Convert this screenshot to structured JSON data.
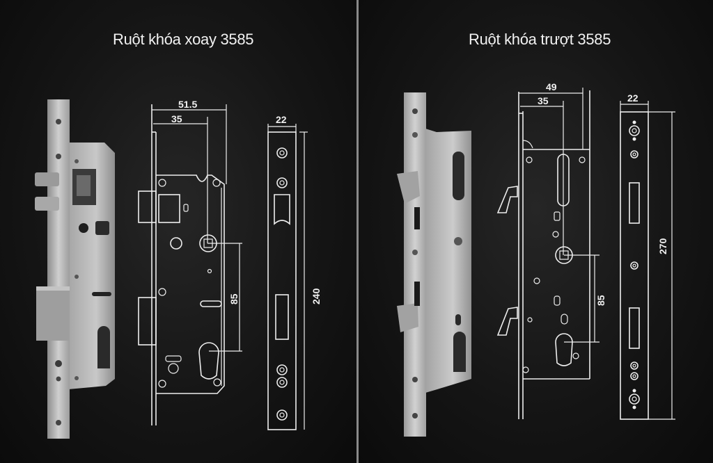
{
  "left_panel": {
    "title": "Ruột khóa xoay 3585",
    "dimensions": {
      "overall_width": "51.5",
      "backset": "35",
      "faceplate_width": "22",
      "center_distance": "85",
      "faceplate_length": "240"
    }
  },
  "right_panel": {
    "title": "Ruột khóa trượt 3585",
    "dimensions": {
      "overall_width": "49",
      "backset": "35",
      "faceplate_width": "22",
      "center_distance": "85",
      "faceplate_length": "270"
    }
  },
  "colors": {
    "background": "#141414",
    "line": "#eeeeee",
    "metal": "#b9b9b9",
    "divider": "#8a8a8a"
  }
}
